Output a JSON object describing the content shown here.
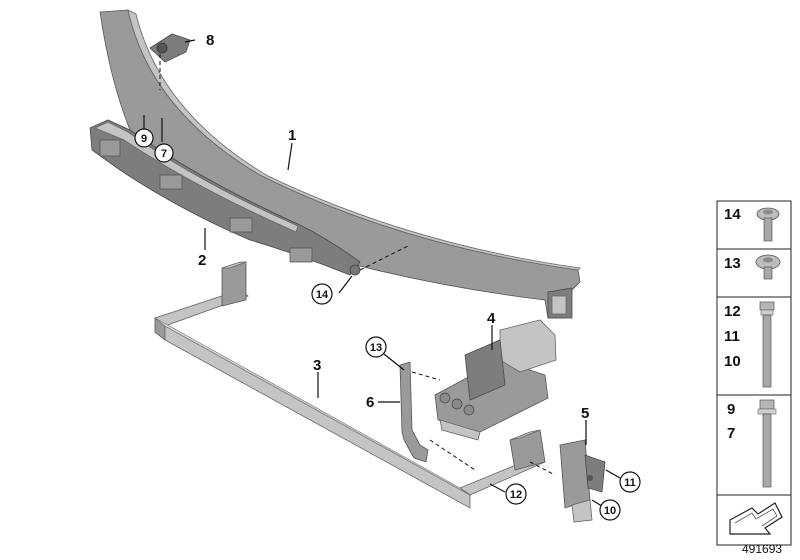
{
  "callouts": {
    "c1": "1",
    "c2": "2",
    "c3": "3",
    "c4": "4",
    "c5": "5",
    "c6": "6",
    "c7": "7",
    "c8": "8",
    "c9": "9",
    "c10": "10",
    "c11": "11",
    "c12": "12",
    "c13": "13",
    "c14": "14"
  },
  "legend": {
    "row1": "14",
    "row2": "13",
    "row3": [
      "12",
      "11",
      "10"
    ],
    "row4": [
      "9",
      "7"
    ]
  },
  "diagram_id": "491693"
}
